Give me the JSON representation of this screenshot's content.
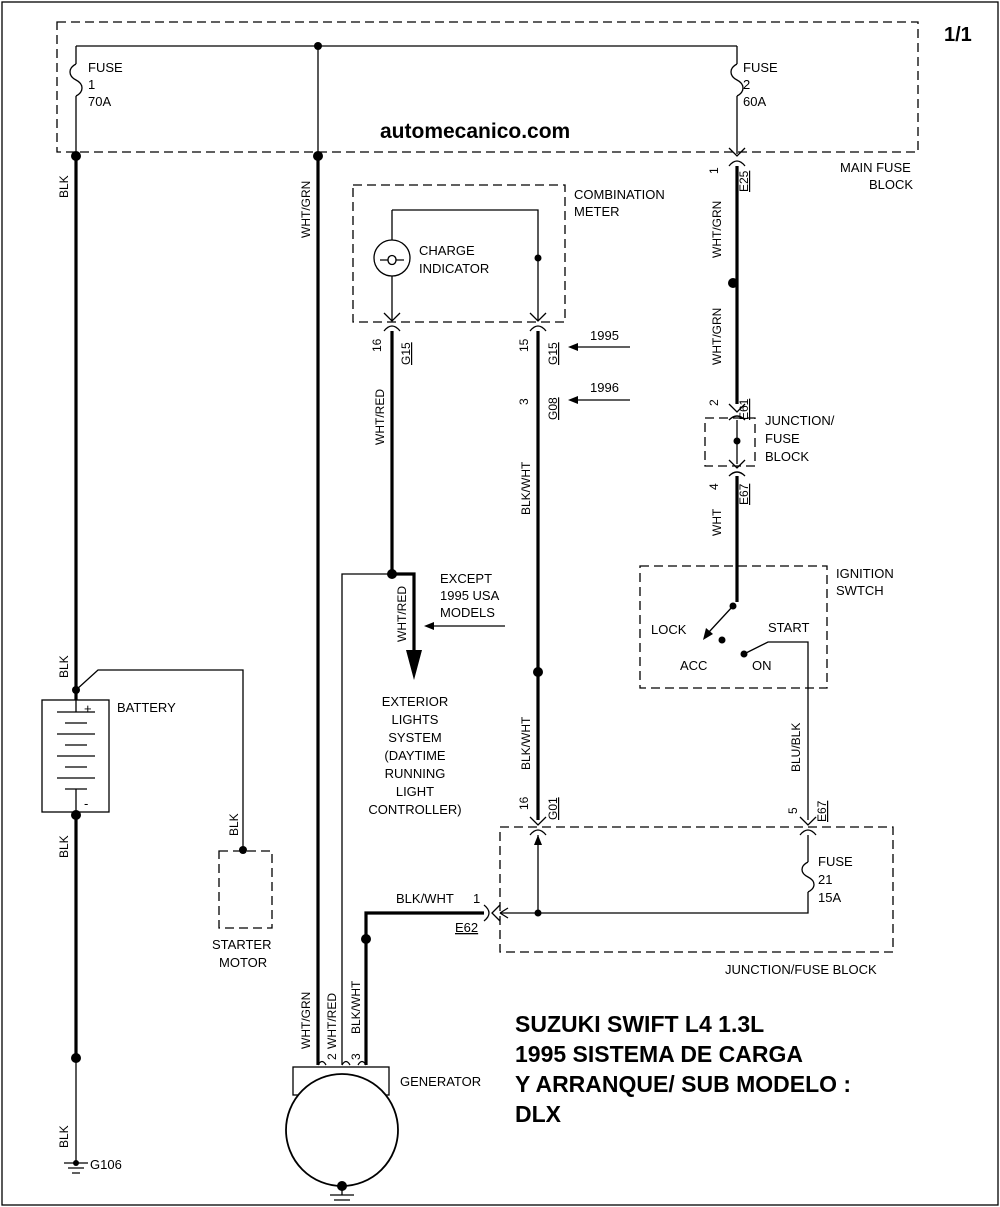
{
  "page_number": "1/1",
  "watermark": "automecanico.com",
  "title_lines": [
    "SUZUKI SWIFT L4 1.3L",
    "1995 SISTEMA DE CARGA",
    "Y ARRANQUE/ SUB MODELO :",
    "DLX"
  ],
  "main_fuse_block": {
    "label_line1": "MAIN FUSE",
    "label_line2": "BLOCK",
    "fuse1": [
      "FUSE",
      "1",
      "70A"
    ],
    "fuse2": [
      "FUSE",
      "2",
      "60A"
    ]
  },
  "combination_meter": {
    "label_line1": "COMBINATION",
    "label_line2": "METER",
    "indicator_line1": "CHARGE",
    "indicator_line2": "INDICATOR"
  },
  "years": [
    "1995",
    "1996"
  ],
  "junction_fuse_block_small": [
    "JUNCTION/",
    "FUSE",
    "BLOCK"
  ],
  "ignition_switch": {
    "label_line1": "IGNITION",
    "label_line2": "SWTCH",
    "positions": [
      "LOCK",
      "ACC",
      "ON",
      "START"
    ]
  },
  "except_note": [
    "EXCEPT",
    "1995 USA",
    "MODELS"
  ],
  "exterior_lights": [
    "EXTERIOR",
    "LIGHTS",
    "SYSTEM",
    "(DAYTIME",
    "RUNNING",
    "LIGHT",
    "CONTROLLER)"
  ],
  "battery_label": "BATTERY",
  "battery_plus": "+",
  "battery_minus": "-",
  "starter_motor": [
    "STARTER",
    "MOTOR"
  ],
  "generator_label": "GENERATOR",
  "ground_label": "G106",
  "junction_fuse_block_big": {
    "label": "JUNCTION/FUSE BLOCK",
    "fuse21": [
      "FUSE",
      "21",
      "15A"
    ]
  },
  "wire_colors": {
    "blk": "BLK",
    "wht_grn": "WHT/GRN",
    "wht_red": "WHT/RED",
    "blk_wht": "BLK/WHT",
    "wht": "WHT",
    "blu_blk": "BLU/BLK"
  },
  "connectors": {
    "e25": "E25",
    "pin_e25": "1",
    "g15": "G15",
    "pin_g15_a": "16",
    "pin_g15_b": "15",
    "g08": "G08",
    "pin_g08": "3",
    "e61": "E61",
    "pin_e61": "2",
    "e67": "E67",
    "pin_e67_a": "4",
    "pin_e67_b": "5",
    "g01": "G01",
    "pin_g01": "16",
    "e62": "E62",
    "pin_e62": "1",
    "gen_pin2": "2",
    "gen_pin3": "3"
  }
}
